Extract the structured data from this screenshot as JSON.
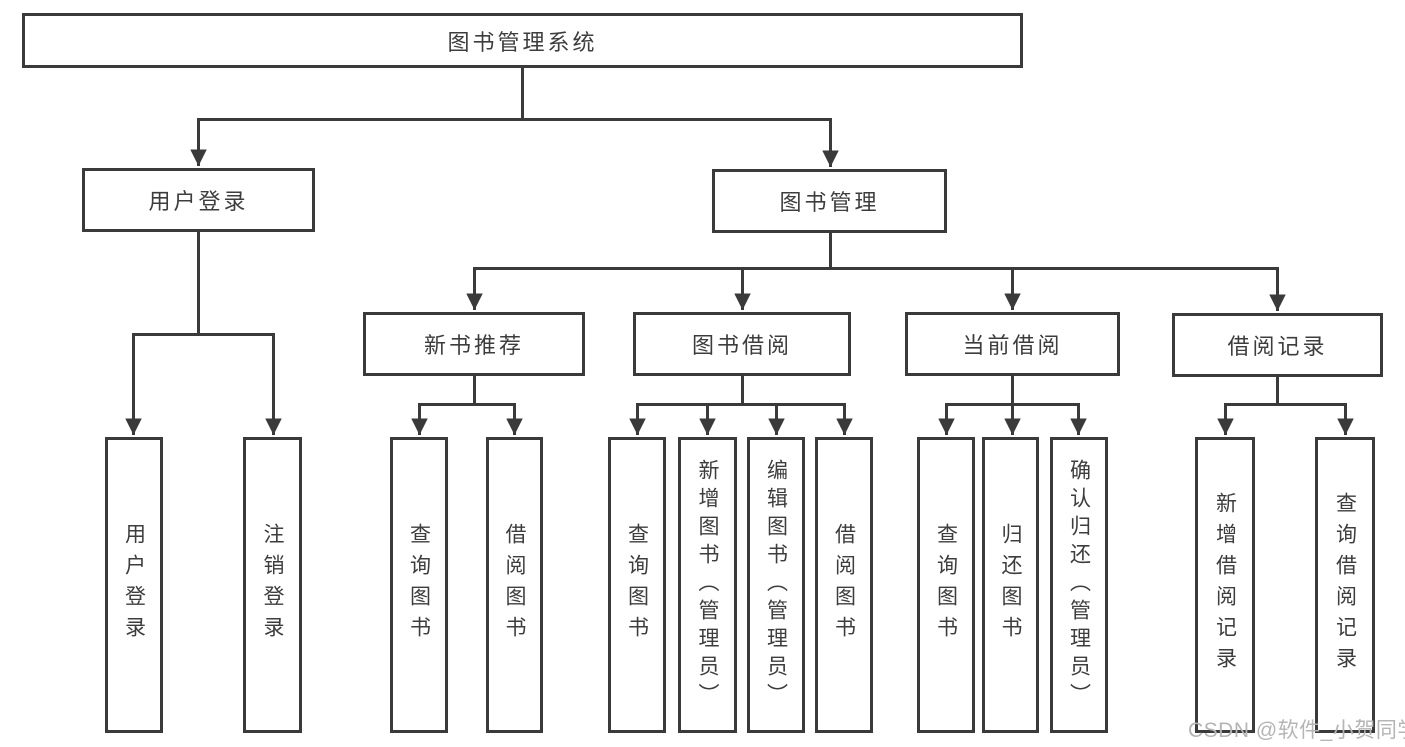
{
  "tree": {
    "label": "图书管理系统",
    "children": [
      {
        "label": "用户登录",
        "children": [
          {
            "label": "用户登录"
          },
          {
            "label": "注销登录"
          }
        ]
      },
      {
        "label": "图书管理",
        "children": [
          {
            "label": "新书推荐",
            "children": [
              {
                "label": "查询图书"
              },
              {
                "label": "借阅图书"
              }
            ]
          },
          {
            "label": "图书借阅",
            "children": [
              {
                "label": "查询图书"
              },
              {
                "label": "新增图书（管理员）"
              },
              {
                "label": "编辑图书（管理员）"
              },
              {
                "label": "借阅图书"
              }
            ]
          },
          {
            "label": "当前借阅",
            "children": [
              {
                "label": "查询图书"
              },
              {
                "label": "归还图书"
              },
              {
                "label": "确认归还（管理员）"
              }
            ]
          },
          {
            "label": "借阅记录",
            "children": [
              {
                "label": "新增借阅记录"
              },
              {
                "label": "查询借阅记录"
              }
            ]
          }
        ]
      }
    ]
  },
  "watermark": "CSDN @软件_小贺同学",
  "colors": {
    "line": "#3a3a3a",
    "text": "#3d3d3d",
    "watermark": "#b5b5b5",
    "background": "#ffffff"
  }
}
